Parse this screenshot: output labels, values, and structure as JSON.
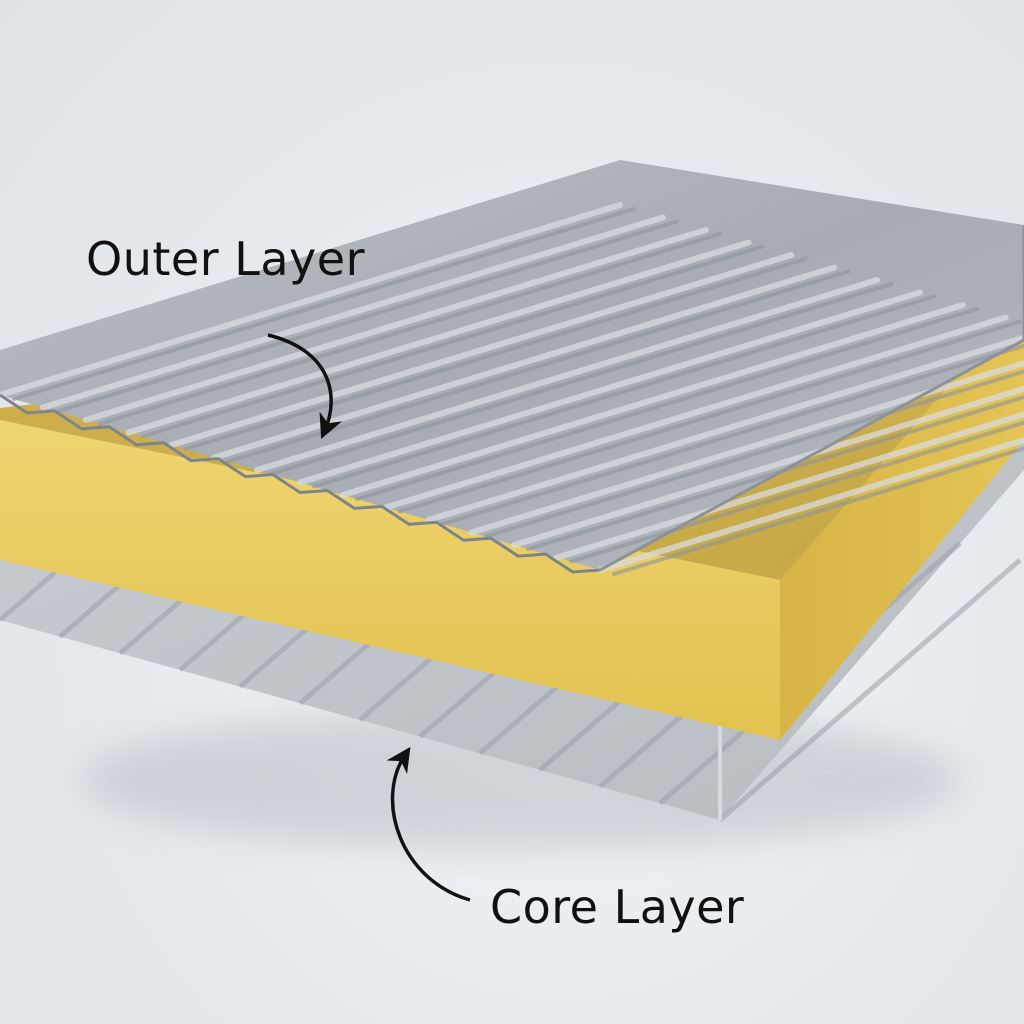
{
  "diagram": {
    "labels": {
      "outer": "Outer Layer",
      "core": "Core Layer"
    },
    "layers": [
      {
        "id": "top-sheet",
        "material": "corrugated metal",
        "color": "#a9aeb4"
      },
      {
        "id": "insulation-core",
        "material": "foam",
        "color": "#e8c95a"
      },
      {
        "id": "bottom-sheet",
        "material": "corrugated metal",
        "color": "#bcc1c6"
      }
    ],
    "colors": {
      "background": "#e6eaee",
      "metal_top": "#a9aeb4",
      "metal_ridge": "#d9dce0",
      "metal_groove": "#8f959c",
      "foam_top": "#c9a73a",
      "foam_front": "#e8c95a",
      "foam_side": "#d9b548",
      "arrow": "#111111"
    }
  }
}
